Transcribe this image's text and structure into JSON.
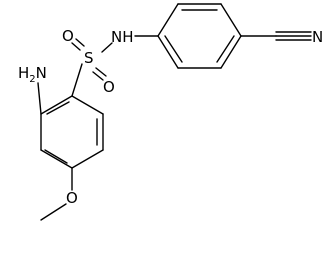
{
  "molecule": {
    "atoms": {
      "amine": "H2N",
      "amine_h": "H",
      "amine_sub": "2",
      "amine_n": "N",
      "sulfur": "S",
      "oxygen_upper": "O",
      "oxygen_lower": "O",
      "sulfonamide_nh": "NH",
      "nitrile_n": "N",
      "methoxy_o": "O"
    },
    "colors": {
      "bond": "#000000",
      "label": "#000000",
      "background": "#ffffff"
    }
  }
}
